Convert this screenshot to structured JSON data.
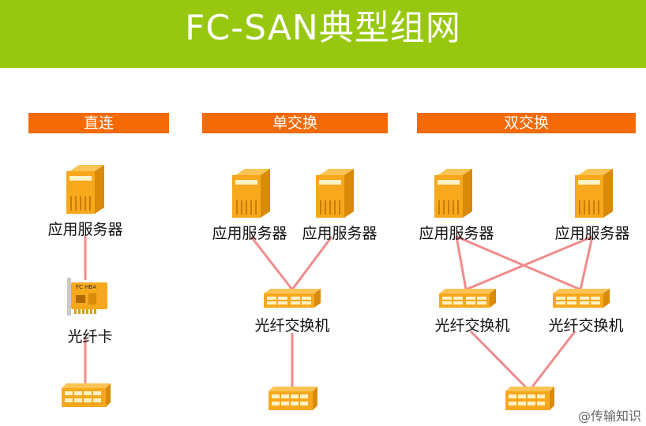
{
  "title": "FC-SAN典型组网",
  "sections": [
    {
      "header": "直连"
    },
    {
      "header": "单交换"
    },
    {
      "header": "双交换"
    }
  ],
  "labels": {
    "server": "应用服务器",
    "switch": "光纤交换机",
    "hba": "光纤卡",
    "hba_card_text": "FC HBA"
  },
  "watermark": "@传输知识",
  "colors": {
    "title_bar": "#97c80f",
    "header": "#f46a06",
    "link": "#f08b8b",
    "device": "#f7a81c"
  }
}
